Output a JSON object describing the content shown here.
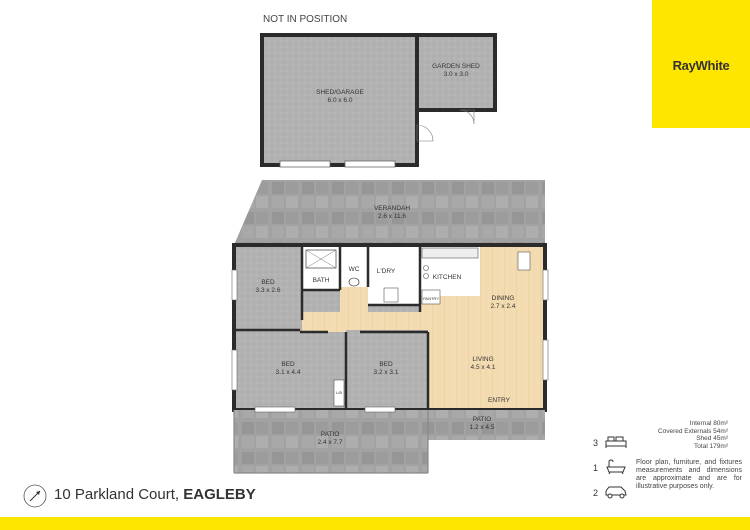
{
  "header": {
    "note": "NOT IN POSITION"
  },
  "brand": {
    "name": "RayWhite",
    "color": "#ffe600"
  },
  "rooms": [
    {
      "id": "shed-garage",
      "name": "SHED/GARAGE",
      "dims": "6.0 x 6.0"
    },
    {
      "id": "garden-shed",
      "name": "GARDEN SHED",
      "dims": "3.0 x 3.0"
    },
    {
      "id": "verandah",
      "name": "VERANDAH",
      "dims": "2.6 x 11.6"
    },
    {
      "id": "bed-1",
      "name": "BED",
      "dims": "3.3 x 2.6"
    },
    {
      "id": "bath",
      "name": "BATH",
      "dims": ""
    },
    {
      "id": "wc",
      "name": "WC",
      "dims": ""
    },
    {
      "id": "laundry",
      "name": "L'DRY",
      "dims": ""
    },
    {
      "id": "kitchen",
      "name": "KITCHEN",
      "dims": ""
    },
    {
      "id": "dining",
      "name": "DINING",
      "dims": "2.7 x 2.4"
    },
    {
      "id": "bed-2",
      "name": "BED",
      "dims": "3.1 x 4.4"
    },
    {
      "id": "bed-3",
      "name": "BED",
      "dims": "3.2 x 3.1"
    },
    {
      "id": "living",
      "name": "LIVING",
      "dims": "4.5 x 4.1"
    },
    {
      "id": "entry",
      "name": "ENTRY",
      "dims": ""
    },
    {
      "id": "patio-1",
      "name": "PATIO",
      "dims": "2.4 x 7.7"
    },
    {
      "id": "patio-2",
      "name": "PATIO",
      "dims": "1.2 x 4.5"
    }
  ],
  "fixtures": {
    "pantry": "PANTRY",
    "linen": "L/B"
  },
  "address": {
    "street": "10 Parkland Court, ",
    "suburb": "EAGLEBY"
  },
  "areas": {
    "internal": "Internal  80m²",
    "covered": "Covered Externals 54m²",
    "shed": "Shed 45m²",
    "total": "Total 179m²"
  },
  "features": [
    {
      "count": "3",
      "icon": "bed-icon"
    },
    {
      "count": "1",
      "icon": "bath-icon"
    },
    {
      "count": "2",
      "icon": "car-icon"
    }
  ],
  "disclaimer": "Floor plan, furniture, and fixtures measurements and dimensions are approximate and are for illustrative purposes only."
}
